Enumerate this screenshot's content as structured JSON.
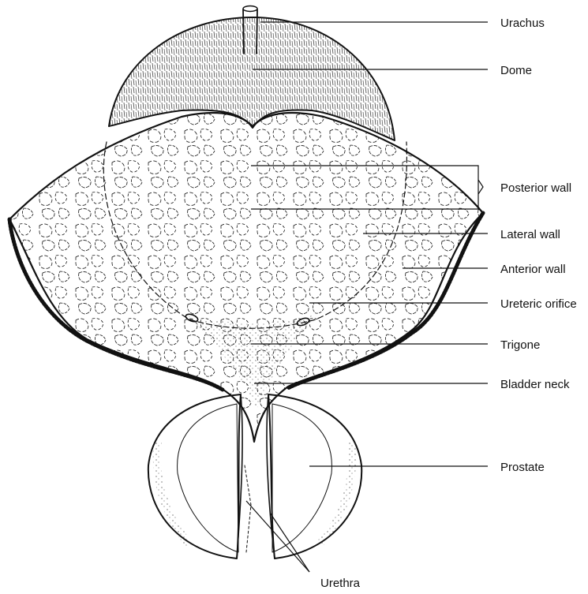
{
  "labels": {
    "urachus": "Urachus",
    "dome": "Dome",
    "posterior_wall": "Posterior wall",
    "lateral_wall": "Lateral wall",
    "anterior_wall": "Anterior wall",
    "ureteric_orifice": "Ureteric orifice",
    "trigone": "Trigone",
    "bladder_neck": "Bladder neck",
    "prostate": "Prostate",
    "urethra": "Urethra"
  }
}
